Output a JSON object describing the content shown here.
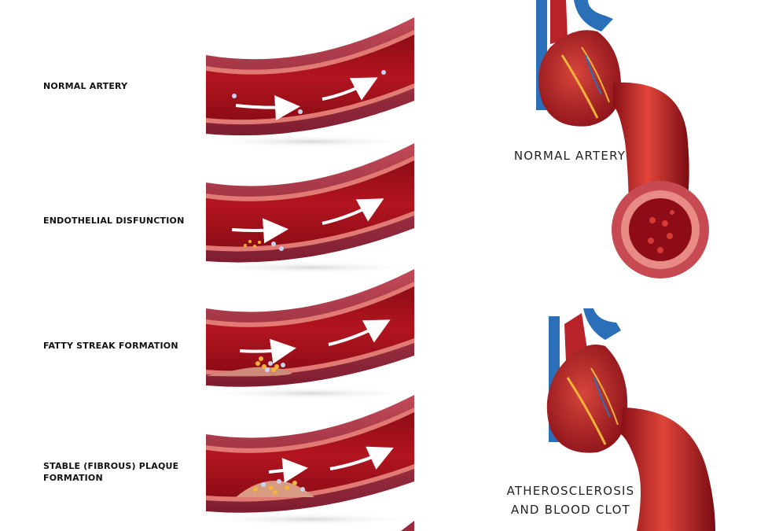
{
  "stages": [
    {
      "label": "NORMAL ARTERY"
    },
    {
      "label": "ENDOTHELIAL DISFUNCTION"
    },
    {
      "label": "FATTY STREAK FORMATION"
    },
    {
      "label": "STABLE (FIBROUS) PLAQUE",
      "label2": "FORMATION"
    }
  ],
  "captions": {
    "normal": "NORMAL ARTERY",
    "athero_line1": "ATHEROSCLEROSIS",
    "athero_line2": "AND BLOOD CLOT"
  },
  "colors": {
    "vessel_wall": "#9c2a3c",
    "lumen": "#a3101a",
    "intima": "#e07a73",
    "heart": "#b8232a",
    "aorta_blue": "#2b6fb8",
    "fat_yellow": "#f2b43a"
  }
}
